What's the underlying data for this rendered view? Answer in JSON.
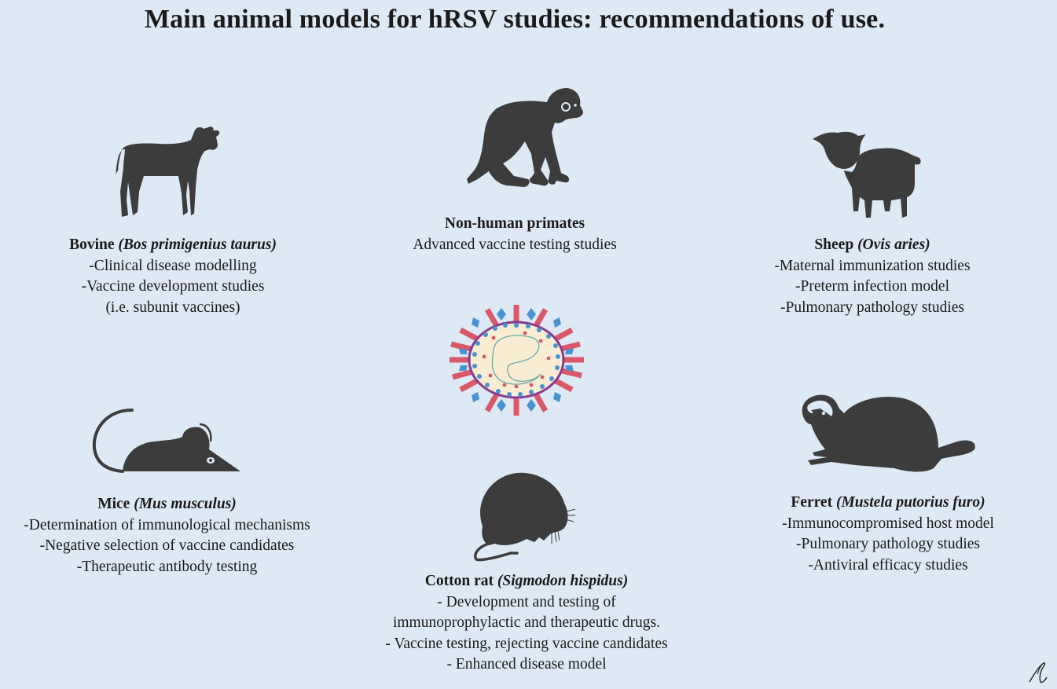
{
  "title": "Main animal models for hRSV studies: recommendations of use.",
  "colors": {
    "background": "#dde9f5",
    "silhouette": "#3c3c3c",
    "text": "#1a1a1a",
    "virus_spike_red": "#d9586a",
    "virus_spike_blue": "#4a93d0",
    "virus_core": "#f8ecd2",
    "virus_membrane": "#8a3b8e"
  },
  "center": {
    "icon": "rsv-virus-icon"
  },
  "models": {
    "bovine": {
      "icon": "calf-icon",
      "name": "Bovine",
      "latin": "(Bos primigenius taurus)",
      "uses": [
        "-Clinical disease modelling",
        "-Vaccine development studies",
        "(i.e. subunit vaccines)"
      ]
    },
    "primates": {
      "icon": "chimpanzee-icon",
      "name": "Non-human primates",
      "latin": "",
      "uses": [
        "Advanced vaccine testing studies"
      ]
    },
    "sheep": {
      "icon": "sheep-icon",
      "name": "Sheep",
      "latin": "(Ovis aries)",
      "uses": [
        "-Maternal immunization studies",
        "-Preterm infection model",
        "-Pulmonary pathology studies"
      ]
    },
    "mice": {
      "icon": "mouse-icon",
      "name": "Mice",
      "latin": "(Mus musculus)",
      "uses": [
        "-Determination of immunological mechanisms",
        "-Negative selection of vaccine candidates",
        "-Therapeutic antibody testing"
      ]
    },
    "cotton_rat": {
      "icon": "cotton-rat-icon",
      "name": "Cotton rat",
      "latin": "(Sigmodon hispidus)",
      "uses": [
        "- Development and testing of",
        "immunoprophylactic and therapeutic drugs.",
        "- Vaccine testing, rejecting vaccine candidates",
        "- Enhanced disease model"
      ]
    },
    "ferret": {
      "icon": "ferret-icon",
      "name": "Ferret",
      "latin": "(Mustela putorius furo)",
      "uses": [
        "-Immunocompromised host model",
        "-Pulmonary pathology studies",
        "-Antiviral efficacy studies"
      ]
    }
  },
  "signature": "signature-mark"
}
